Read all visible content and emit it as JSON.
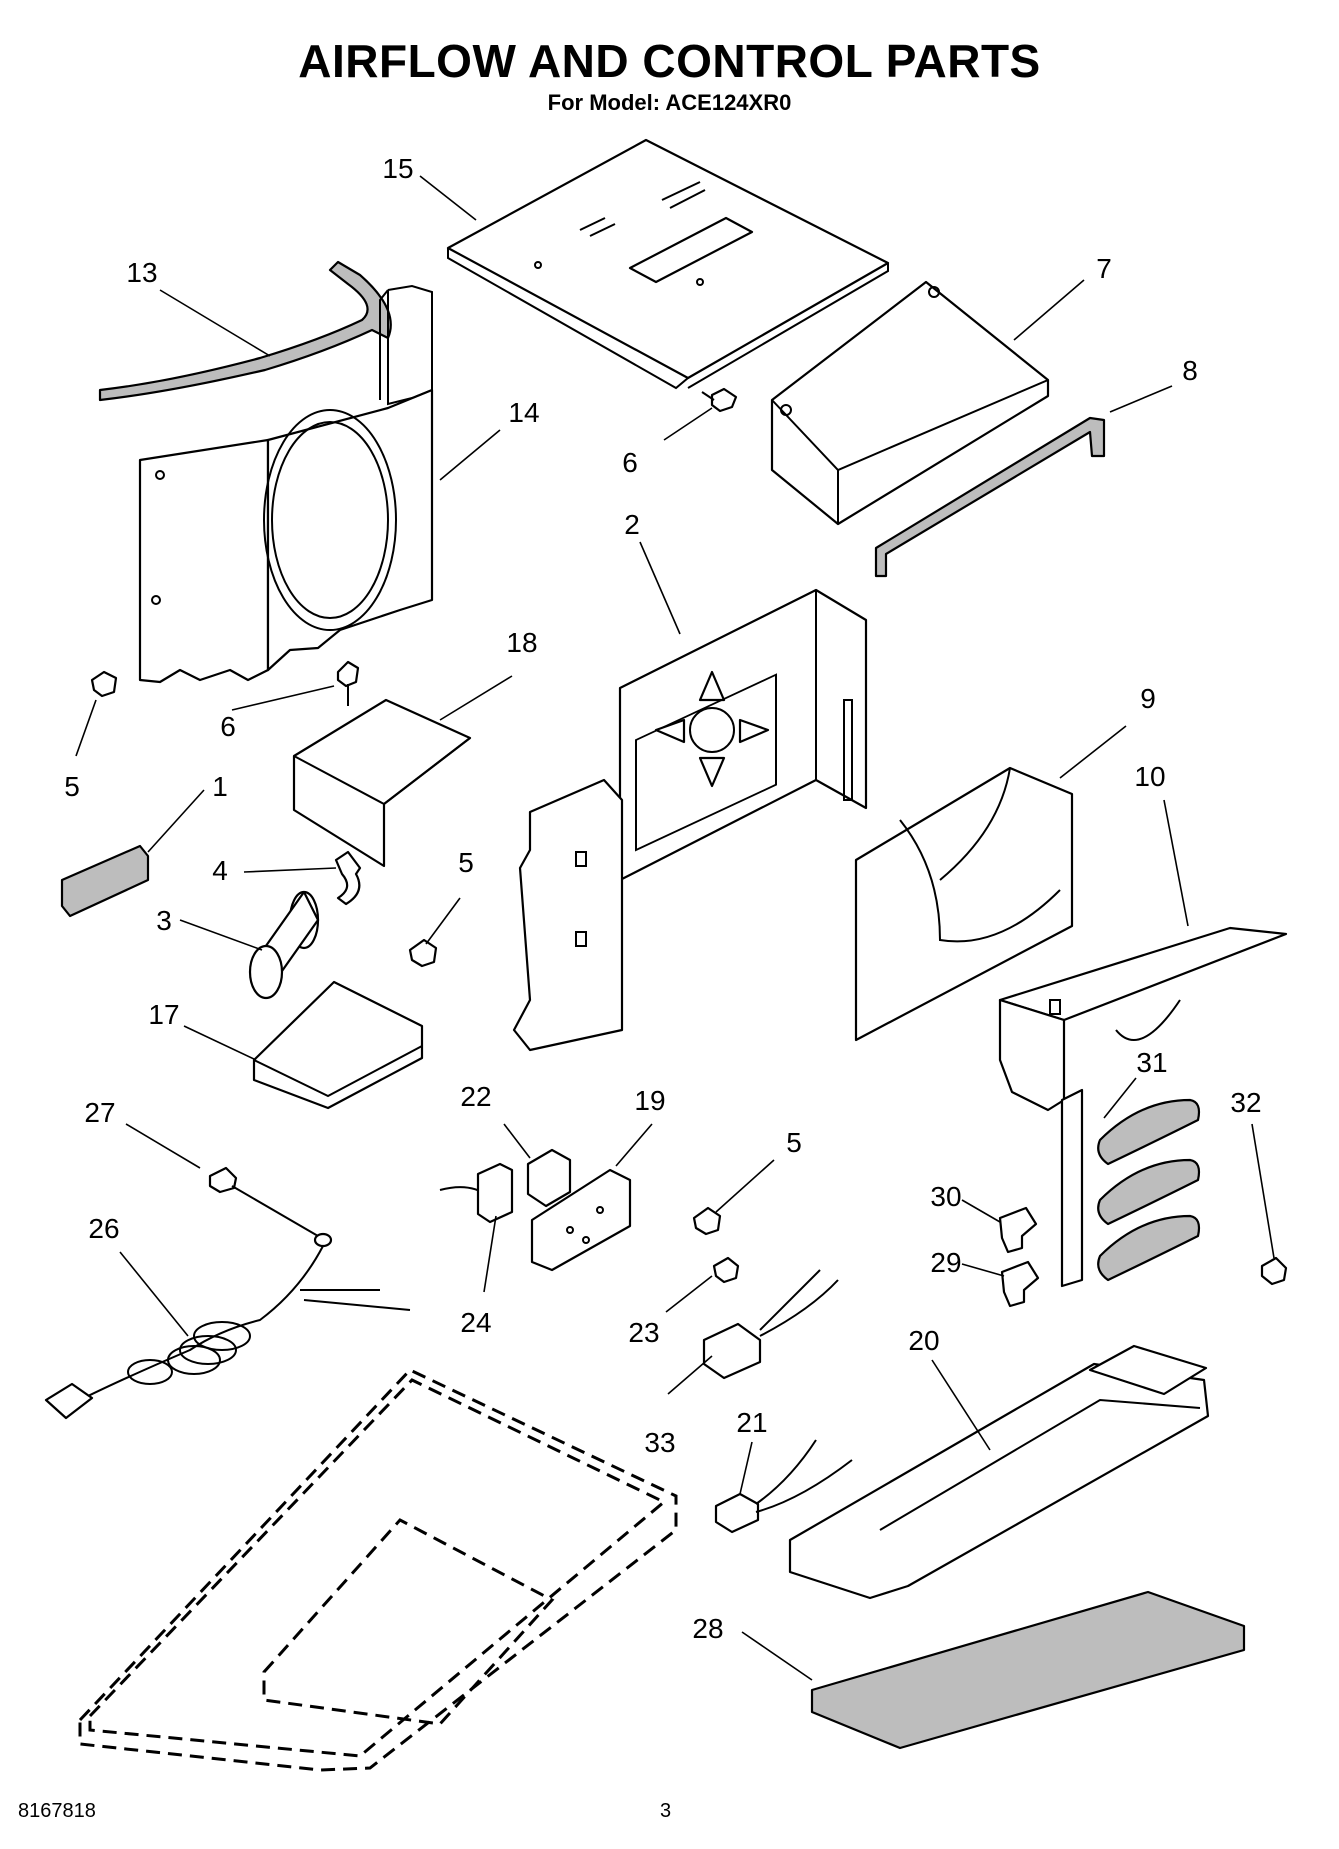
{
  "header": {
    "title": "AIRFLOW AND CONTROL PARTS",
    "subtitle": "For Model: ACE124XR0"
  },
  "footer": {
    "doc_number": "8167818",
    "page_number": "3"
  },
  "callouts": {
    "c15": "15",
    "c13": "13",
    "c14": "14",
    "c7": "7",
    "c8": "8",
    "c6a": "6",
    "c2": "2",
    "c6b": "6",
    "c18": "18",
    "c5a": "5",
    "c1": "1",
    "c4": "4",
    "c5b": "5",
    "c3": "3",
    "c9": "9",
    "c10": "10",
    "c17": "17",
    "c27": "27",
    "c22": "22",
    "c19": "19",
    "c5c": "5",
    "c31": "31",
    "c32": "32",
    "c26": "26",
    "c30": "30",
    "c24": "24",
    "c23": "23",
    "c29": "29",
    "c20": "20",
    "c33": "33",
    "c21": "21",
    "c28": "28"
  }
}
